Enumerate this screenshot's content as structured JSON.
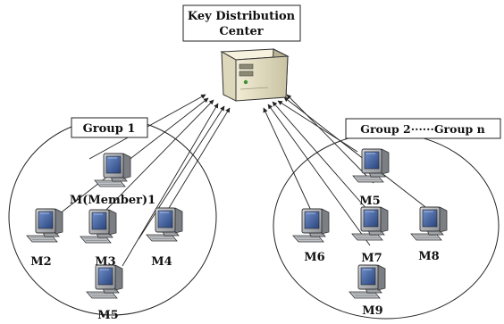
{
  "kdc": {
    "label_line1": "Key Distribution",
    "label_line2": "Center",
    "icon": "server-tower-icon"
  },
  "group1": {
    "label": "Group 1",
    "members": [
      {
        "id": "m1",
        "label": "M(Member)1",
        "icon": "desktop-computer-icon"
      },
      {
        "id": "m2",
        "label": "M2",
        "icon": "desktop-computer-icon"
      },
      {
        "id": "m3",
        "label": "M3",
        "icon": "desktop-computer-icon"
      },
      {
        "id": "m4",
        "label": "M4",
        "icon": "desktop-computer-icon"
      },
      {
        "id": "m5",
        "label": "M5",
        "icon": "desktop-computer-icon"
      }
    ]
  },
  "group2": {
    "label": "Group 2······Group n",
    "members": [
      {
        "id": "m5b",
        "label": "M5",
        "icon": "desktop-computer-icon"
      },
      {
        "id": "m6",
        "label": "M6",
        "icon": "desktop-computer-icon"
      },
      {
        "id": "m7",
        "label": "M7",
        "icon": "desktop-computer-icon"
      },
      {
        "id": "m8",
        "label": "M8",
        "icon": "desktop-computer-icon"
      },
      {
        "id": "m9",
        "label": "M9",
        "icon": "desktop-computer-icon"
      }
    ]
  },
  "colors": {
    "line": "#222222",
    "monitor_bezel": "#a9adb2",
    "screen": "#3c5fa1",
    "server_body": "#e8e3c8",
    "server_front": "#d4cfb0"
  }
}
